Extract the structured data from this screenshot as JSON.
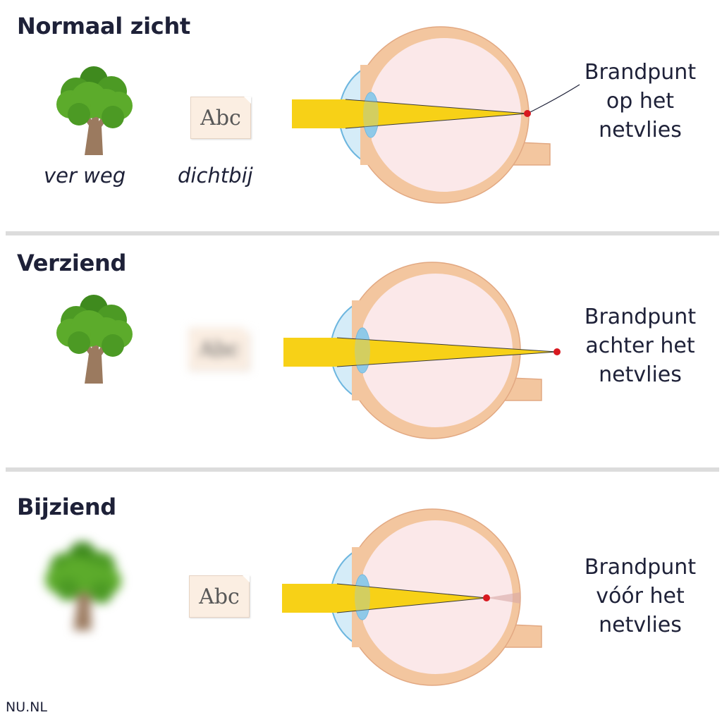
{
  "sections": [
    {
      "title": "Normaal zicht",
      "far_label": "ver weg",
      "near_label": "dichtbij",
      "card_text": "Abc",
      "note": [
        "Brandpunt",
        "op het",
        "netvlies"
      ]
    },
    {
      "title": "Verziend",
      "card_text": "Abc",
      "note": [
        "Brandpunt",
        "achter het",
        "netvlies"
      ]
    },
    {
      "title": "Bijziend",
      "card_text": "Abc",
      "note": [
        "Brandpunt",
        "vóór het",
        "netvlies"
      ]
    }
  ],
  "colors": {
    "light_ray": "#f7d117",
    "focal_point": "#d81920",
    "eye_wall": "#f3c69f",
    "eye_inner": "#fbe8e9",
    "lens": "#8fc9e8",
    "tree_leaf": "#5cab2b",
    "tree_trunk": "#9b7a5f"
  },
  "brand": "NU.NL"
}
